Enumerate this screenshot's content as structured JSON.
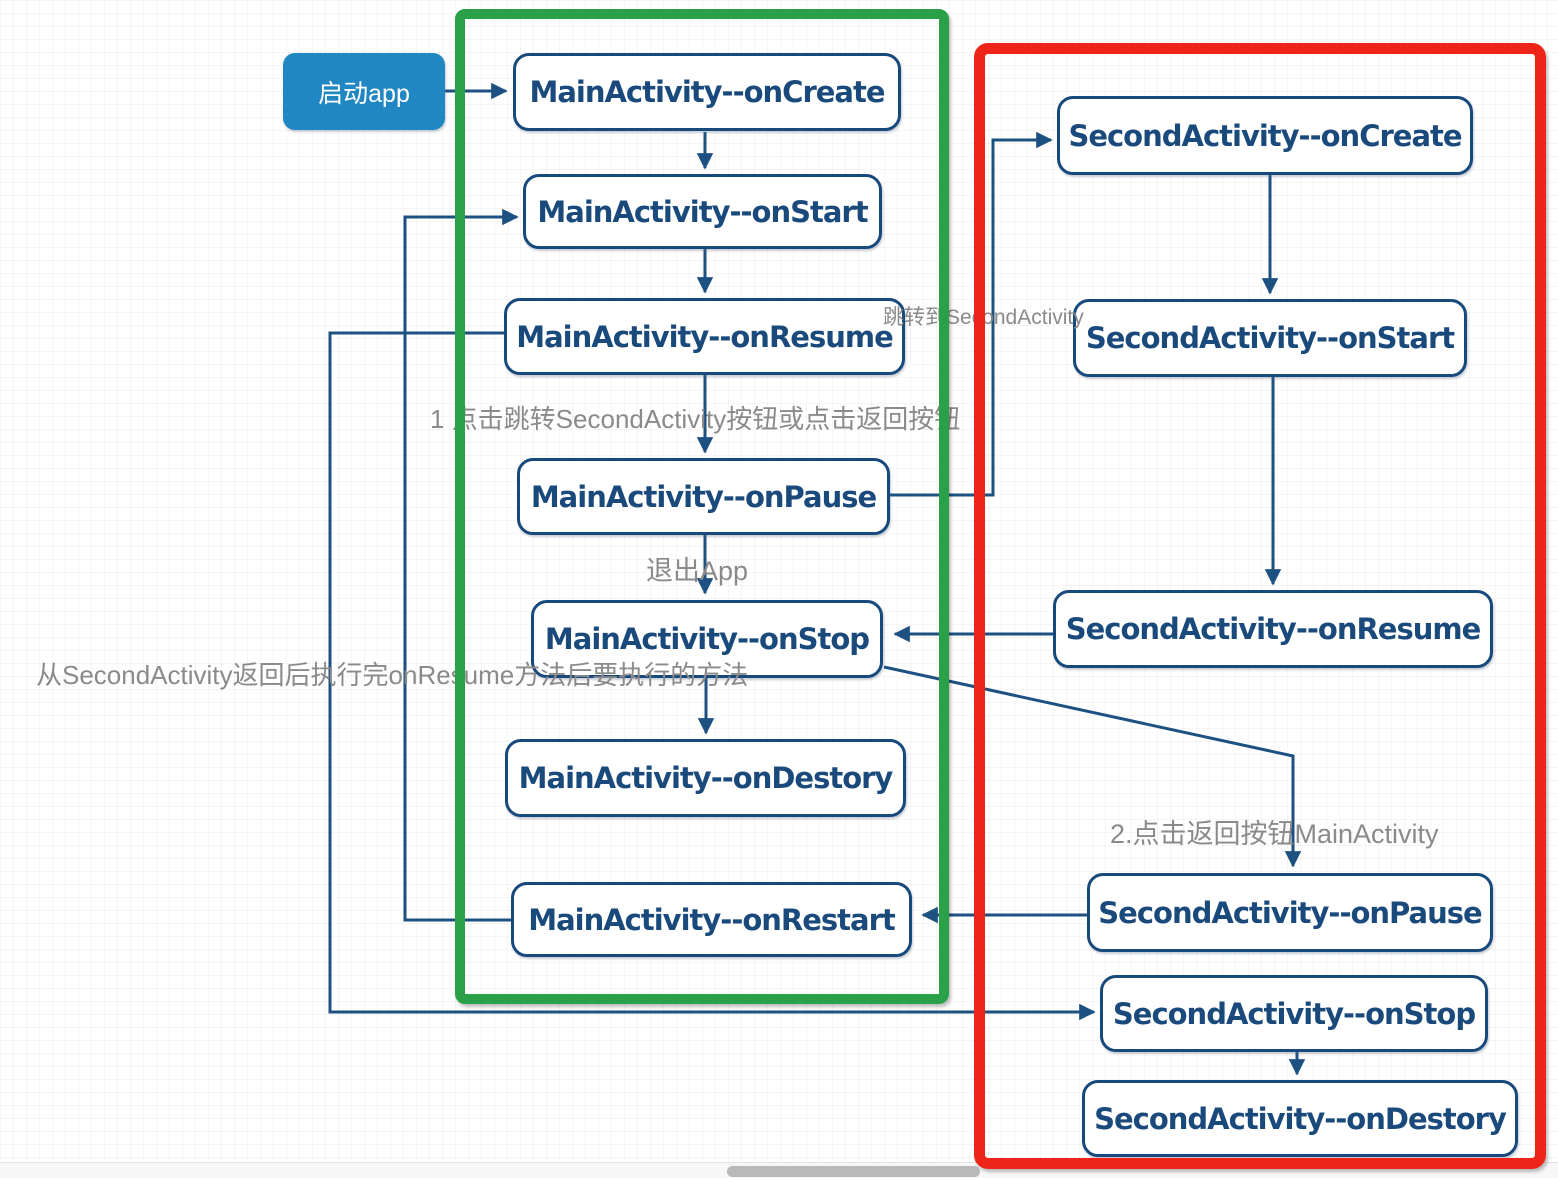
{
  "nodes": {
    "start": "启动app",
    "main": [
      "MainActivity--onCreate",
      "MainActivity--onStart",
      "MainActivity--onResume",
      "MainActivity--onPause",
      "MainActivity--onStop",
      "MainActivity--onDestory",
      "MainActivity--onRestart"
    ],
    "second": [
      "SecondActivity--onCreate",
      "SecondActivity--onStart",
      "SecondActivity--onResume",
      "SecondActivity--onPause",
      "SecondActivity--onStop",
      "SecondActivity--onDestory"
    ]
  },
  "annotations": {
    "jump_to_second": "跳转到SecondActivity",
    "step1": "1 点击跳转SecondActivity按钮或点击返回按钮",
    "exit_app": "退出App",
    "return_note": "从SecondActivity返回后执行完onResume方法后要执行的方法",
    "step2": "2.点击返回按钮MainActivity"
  },
  "colors": {
    "arrow": "#1d5182",
    "box_border": "#17497b",
    "box_text": "#1a4a7c",
    "start_button_fill": "#2187c2",
    "green_frame": "#2aa148",
    "red_frame": "#ee2418",
    "annotation_text": "#8a8a8a"
  }
}
